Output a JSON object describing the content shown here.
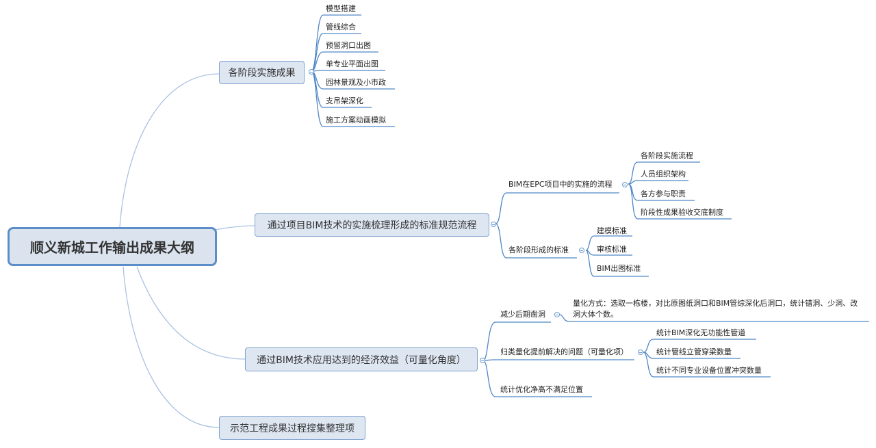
{
  "root": {
    "title": "顺义新城工作输出成果大纲"
  },
  "branch1": {
    "label": "各阶段实施成果",
    "items": [
      "模型搭建",
      "管线综合",
      "预留洞口出图",
      "单专业平面出图",
      "园林景观及小市政",
      "支吊架深化",
      "施工方案动画模拟"
    ]
  },
  "branch2": {
    "label": "通过项目BIM技术的实施梳理形成的标准规范流程",
    "sub1": {
      "label": "BIM在EPC项目中的实施的流程",
      "items": [
        "各阶段实施流程",
        "人员组织架构",
        "各方参与职责",
        "阶段性成果验收交底制度"
      ]
    },
    "sub2": {
      "label": "各阶段形成的标准",
      "items": [
        "建模标准",
        "审核标准",
        "BIM出图标准"
      ]
    }
  },
  "branch3": {
    "label": "通过BIM技术应用达到的经济效益（可量化角度）",
    "sub1": {
      "label": "减少后期凿洞",
      "note_line1": "量化方式：选取一栋楼，对比原图纸洞口和BIM管综深化后洞口，统计错洞、少洞、改",
      "note_line2": "洞大体个数。"
    },
    "sub2": {
      "label": "归类量化提前解决的问题（可量化项）",
      "items": [
        "统计BIM深化无功能性管道",
        "统计管线立管穿梁数量",
        "统计不同专业设备位置冲突数量"
      ]
    },
    "sub3": {
      "label": "统计优化净高不满足位置"
    }
  },
  "branch4": {
    "label": "示范工程成果过程搜集整理项"
  }
}
